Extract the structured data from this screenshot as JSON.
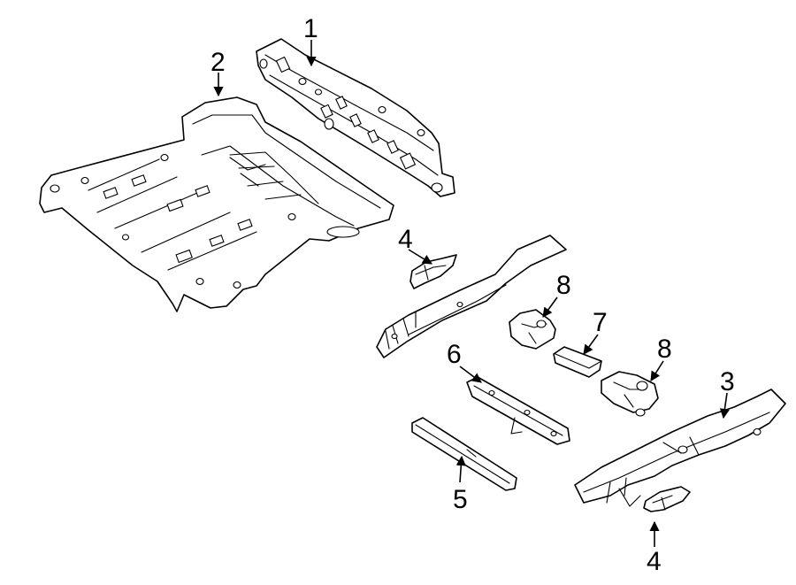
{
  "callouts": {
    "c1": "1",
    "c2": "2",
    "c3": "3",
    "c4a": "4",
    "c4b": "4",
    "c5": "5",
    "c6": "6",
    "c7": "7",
    "c8a": "8",
    "c8b": "8"
  }
}
